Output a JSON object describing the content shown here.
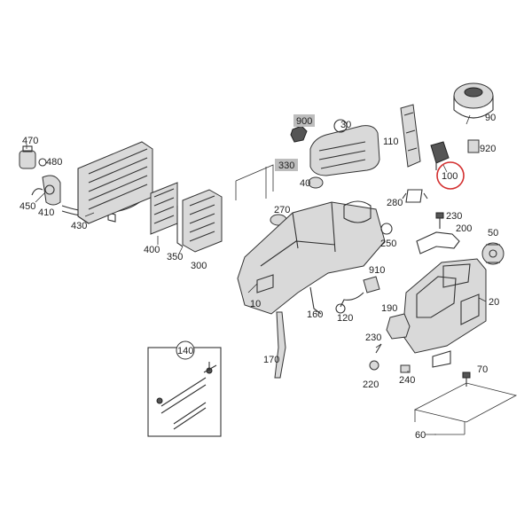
{
  "colors": {
    "highlight_circle": "#d32f2f",
    "label_box": "#bdbdbd",
    "line": "#333333"
  },
  "callouts": {
    "c10": "10",
    "c20": "20",
    "c30": "30",
    "c40": "40",
    "c50": "50",
    "c60": "60",
    "c70": "70",
    "c90": "90",
    "c100": "100",
    "c110": "110",
    "c120": "120",
    "c140": "140",
    "c160": "160",
    "c170": "170",
    "c190": "190",
    "c200": "200",
    "c220": "220",
    "c230a": "230",
    "c230b": "230",
    "c240": "240",
    "c250": "250",
    "c270": "270",
    "c280": "280",
    "c300": "300",
    "c330": "330",
    "c350": "350",
    "c400": "400",
    "c410": "410",
    "c430": "430",
    "c450": "450",
    "c470": "470",
    "c480": "480",
    "c900": "900",
    "c910": "910",
    "c920": "920"
  }
}
